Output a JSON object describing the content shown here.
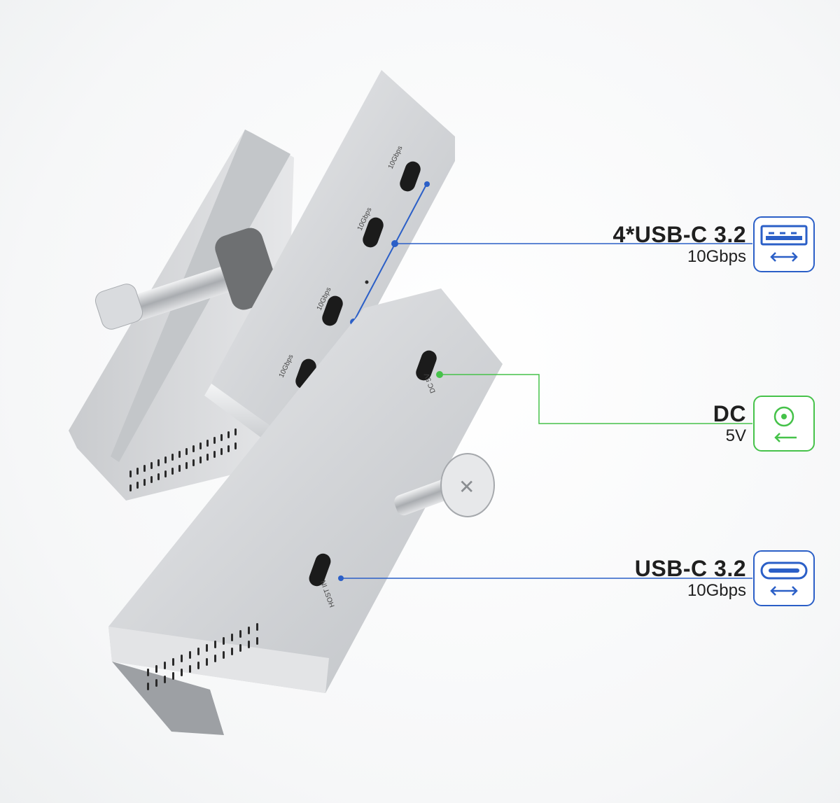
{
  "callouts": [
    {
      "id": "usb-c-ports",
      "title": "4*USB-C 3.2",
      "subtitle": "10Gbps",
      "icon": "usb-a-port-bidirectional-icon",
      "color": "#2b5fc7"
    },
    {
      "id": "dc-input",
      "title": "DC",
      "subtitle": "5V",
      "icon": "dc-power-input-icon",
      "color": "#46c24a"
    },
    {
      "id": "host-in",
      "title": "USB-C 3.2",
      "subtitle": "10Gbps",
      "icon": "usb-c-port-bidirectional-icon",
      "color": "#2b5fc7"
    }
  ],
  "device": {
    "port_labels": [
      "10Gbps",
      "10Gbps",
      "10Gbps",
      "10Gbps"
    ],
    "dc_label": "DC 5V",
    "host_label": "HOST IN"
  }
}
